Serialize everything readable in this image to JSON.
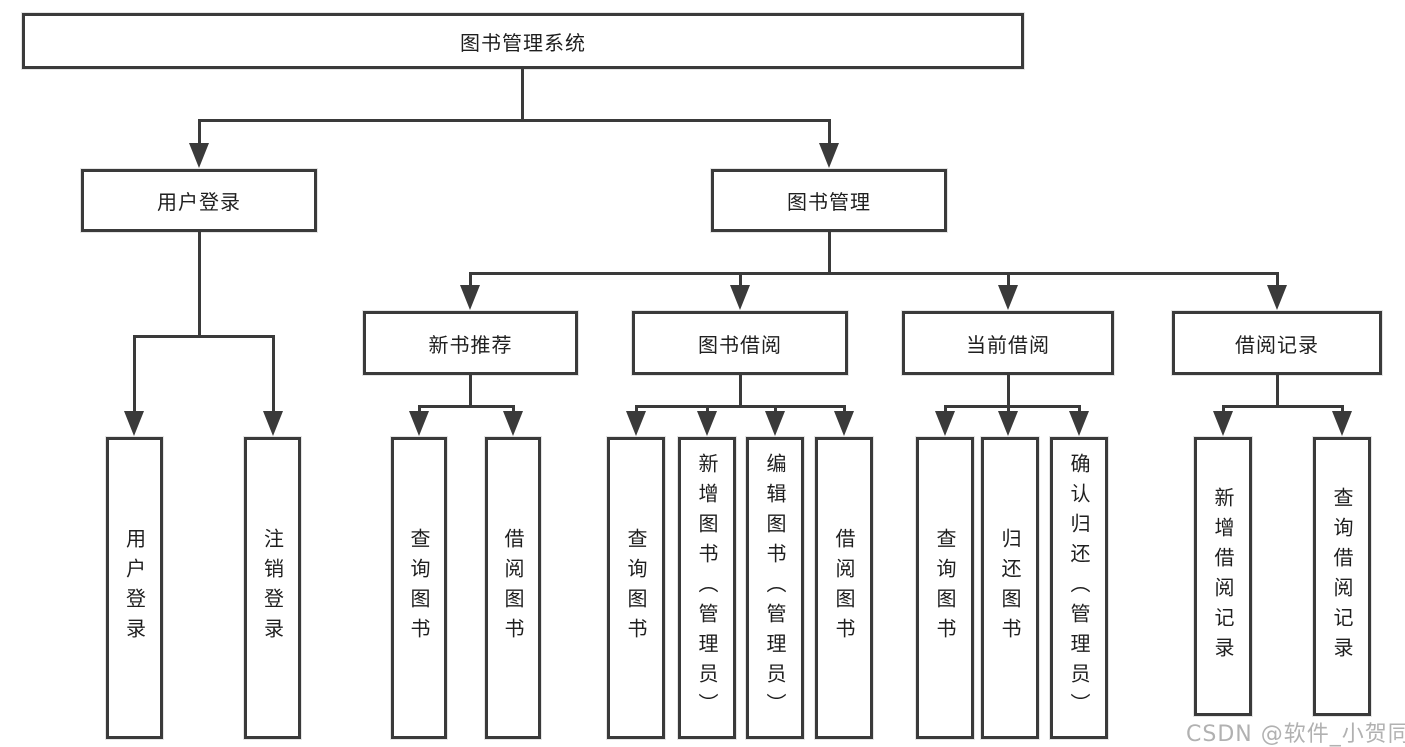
{
  "tree": {
    "label": "图书管理系统",
    "children": [
      {
        "label": "用户登录",
        "children": [
          {
            "label": "用户登录"
          },
          {
            "label": "注销登录"
          }
        ]
      },
      {
        "label": "图书管理",
        "children": [
          {
            "label": "新书推荐",
            "children": [
              {
                "label": "查询图书"
              },
              {
                "label": "借阅图书"
              }
            ]
          },
          {
            "label": "图书借阅",
            "children": [
              {
                "label": "查询图书"
              },
              {
                "label": "新增图书（管理员）"
              },
              {
                "label": "编辑图书（管理员）"
              },
              {
                "label": "借阅图书"
              }
            ]
          },
          {
            "label": "当前借阅",
            "children": [
              {
                "label": "查询图书"
              },
              {
                "label": "归还图书"
              },
              {
                "label": "确认归还（管理员）"
              }
            ]
          },
          {
            "label": "借阅记录",
            "children": [
              {
                "label": "新增借阅记录"
              },
              {
                "label": "查询借阅记录"
              }
            ]
          }
        ]
      }
    ]
  },
  "watermark": "CSDN @软件_小贺同学",
  "colors": {
    "line": "#3a3a3a",
    "text": "#1f1f1f",
    "watermark_text": "#ababab"
  }
}
